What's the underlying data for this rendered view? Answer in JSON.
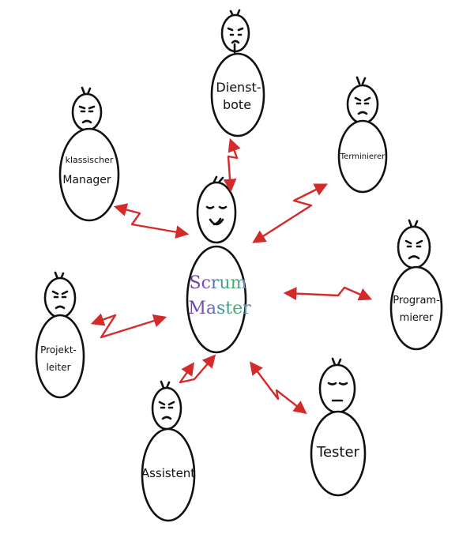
{
  "colors": {
    "ink": "#111111",
    "arrow": "#d42a2a"
  },
  "center": {
    "line1": "Scrum",
    "line2": "Master",
    "gradient": [
      "#6a3da0",
      "#7b52b8",
      "#3a9b9a",
      "#4cae6a",
      "#6b86c2"
    ]
  },
  "roles": {
    "dienstbote": {
      "line1": "Dienst-",
      "line2": "bote"
    },
    "terminierer": {
      "line1": "Terminierer"
    },
    "manager": {
      "line1": "klassischer",
      "line2": "Manager"
    },
    "programmierer": {
      "line1": "Program-",
      "line2": "mierer"
    },
    "projektleiter": {
      "line1": "Projekt-",
      "line2": "leiter"
    },
    "assistent": {
      "line1": "Assistent"
    },
    "tester": {
      "line1": "Tester"
    }
  }
}
